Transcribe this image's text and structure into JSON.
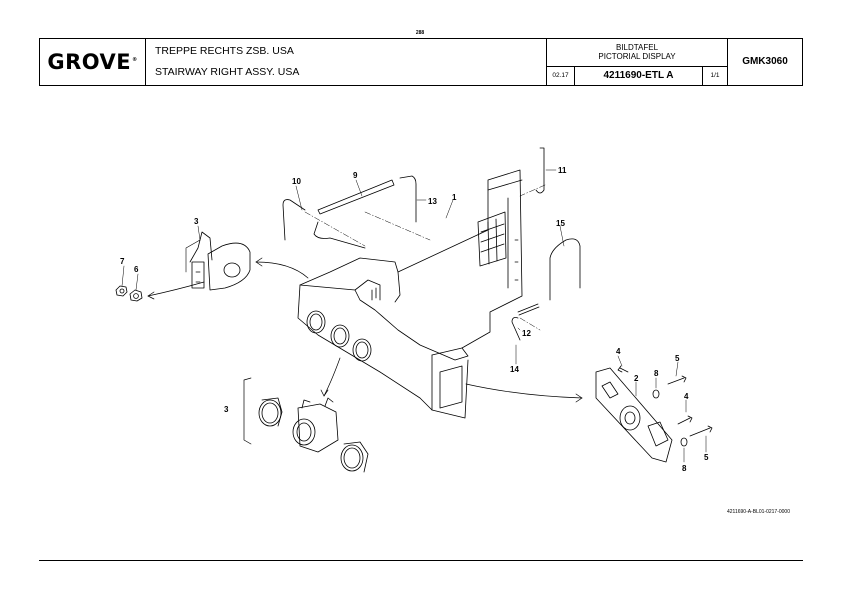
{
  "page_number": "288",
  "header": {
    "logo": "GROVE",
    "logo_mark": "®",
    "title_de": "TREPPE RECHTS ZSB. USA",
    "title_en": "STAIRWAY RIGHT ASSY. USA",
    "display_de": "BILDTAFEL",
    "display_en": "PICTORIAL DISPLAY",
    "date": "02.17",
    "part_number": "4211690-ETL A",
    "sheet": "1/1",
    "model": "GMK3060"
  },
  "callouts": {
    "c1": "1",
    "c2": "2",
    "c3a": "3",
    "c3b": "3",
    "c4a": "4",
    "c4b": "4",
    "c5a": "5",
    "c5b": "5",
    "c6": "6",
    "c7": "7",
    "c8a": "8",
    "c8b": "8",
    "c9": "9",
    "c10": "10",
    "c11": "11",
    "c12": "12",
    "c13": "13",
    "c14": "14",
    "c15": "15"
  },
  "drawing_ref": "4211690-A-BL01-0217-0000"
}
